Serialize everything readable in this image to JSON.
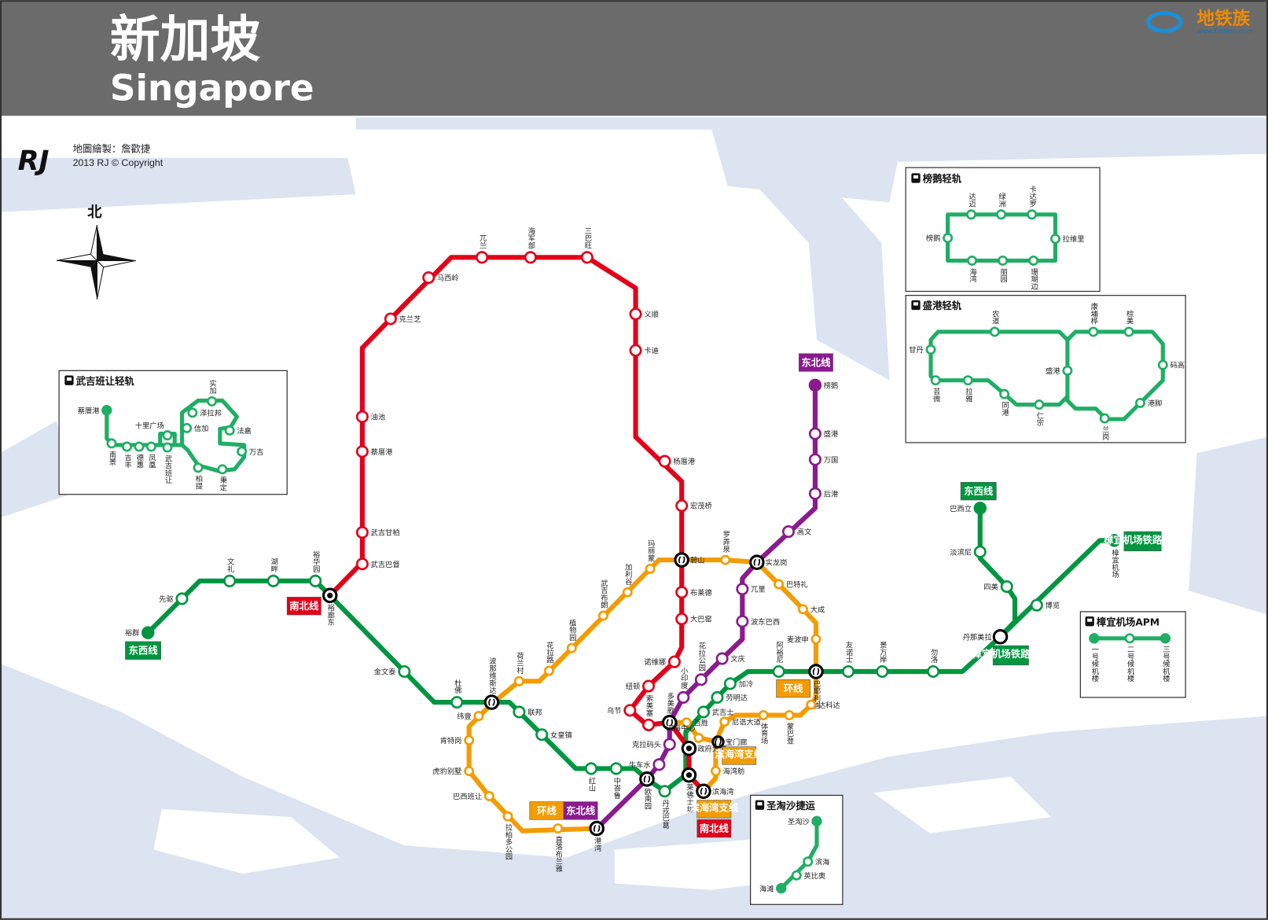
{
  "header": {
    "title_cn": "新加坡",
    "title_en": "Singapore",
    "site_logo": "地铁族",
    "site_url": "www.Ditiezu.com"
  },
  "credit": {
    "logo": "RJ",
    "author": "地圖繪製：詹歡捷",
    "copyright": "2013 RJ © Copyright"
  },
  "compass": {
    "north": "北"
  },
  "colors": {
    "ns": "#e2001a",
    "ew": "#009640",
    "ne": "#8b1a8f",
    "cc": "#f39c00",
    "lrt": "#1fae64",
    "water": "#dce4f1",
    "header": "#6b6b6b"
  },
  "line_tags": {
    "ne_top": "东北线",
    "ew_east": "东西线",
    "ew_west": "东西线",
    "ns_west": "南北线",
    "ns_south": "南北线",
    "cc_east": "环线",
    "cc_south": "环线",
    "ne_south": "东北线",
    "ce_a": "滨海湾支线",
    "ce_b": "滨海湾支线",
    "cg_a": "樟宜机场铁路支线",
    "cg_b": "樟宜机场铁路支线"
  },
  "lines": {
    "ns": {
      "name": "南北线",
      "stations": [
        "裕廊东",
        "武吉巴督",
        "武吉甘柏",
        "蔡厝港",
        "油池",
        "克兰芝",
        "马西岭",
        "兀兰",
        "海军部",
        "三巴旺",
        "义顺",
        "卡迪",
        "杨厝港",
        "宏茂桥",
        "碧山",
        "布莱德",
        "大巴窑",
        "诺维娜",
        "纽顿",
        "乌节",
        "索美塞",
        "多美歌",
        "政府大厦",
        "莱佛士坊",
        "滨海湾"
      ]
    },
    "ew": {
      "name": "东西线",
      "stations": [
        "巴西立",
        "淡滨尼",
        "四美",
        "丹那美拉",
        "勿洛",
        "景万岸",
        "友诺士",
        "巴耶利峇",
        "阿裕尼",
        "加冷",
        "劳明达",
        "武吉士",
        "丹戎巴葛",
        "欧南园",
        "中峇鲁",
        "红山",
        "女皇镇",
        "联邦",
        "波那维斯达",
        "杜佛",
        "金文泰",
        "裕华园",
        "湖畔",
        "文礼",
        "先驱",
        "裕群",
        "博览",
        "樟宜机场"
      ]
    },
    "ne": {
      "name": "东北线",
      "stations": [
        "榜鹅",
        "盛港",
        "万国",
        "后港",
        "高文",
        "实龙岗",
        "兀里",
        "波东巴西",
        "文庆",
        "花拉公园",
        "小印度",
        "克拉码头",
        "牛车水",
        "港湾"
      ]
    },
    "cc": {
      "name": "环线",
      "stations": [
        "海湾舫",
        "宝门廊",
        "尼诰大道",
        "体育场",
        "蒙巴登",
        "达科达",
        "麦波申",
        "大成",
        "巴特礼",
        "罗弄泉",
        "玛丽蒙",
        "加利谷",
        "武吉布朗",
        "植物园",
        "花拉路",
        "荷兰村",
        "纬壹",
        "肯特岗",
        "虎豹别墅",
        "巴西班让",
        "拉柏多公园",
        "直落布兰雅",
        "百胜",
        "滨海中心"
      ]
    }
  },
  "insets": {
    "bp": {
      "title": "武吉班让轻轨",
      "stations": [
        "蔡厝港",
        "南景",
        "吉丰",
        "德惠",
        "凤凰",
        "武吉班让",
        "十里广场",
        "信加",
        "泽拉邦",
        "实加",
        "法嘉",
        "万吉",
        "柏提",
        "秉定"
      ]
    },
    "pg": {
      "title": "榜鹅轻轨",
      "stations": [
        "榜鹅",
        "达迈",
        "绿洲",
        "卡达罗",
        "拉维里",
        "海湾",
        "丽园",
        "珊瑚边"
      ]
    },
    "sk": {
      "title": "盛港轻轨",
      "stations": [
        "甘丹",
        "农道",
        "康埔桦",
        "棕美",
        "码高",
        "港脚",
        "兰岗",
        "仁宗",
        "同港",
        "拉雅",
        "芸微",
        "盛港"
      ]
    },
    "apm": {
      "title": "樟宜机场APM",
      "stations": [
        "一号候机楼",
        "二号候机楼",
        "三号候机楼"
      ]
    },
    "sentosa": {
      "title": "圣淘沙捷运",
      "stations": [
        "圣淘沙",
        "滨海",
        "英比奥",
        "海滩"
      ]
    }
  }
}
